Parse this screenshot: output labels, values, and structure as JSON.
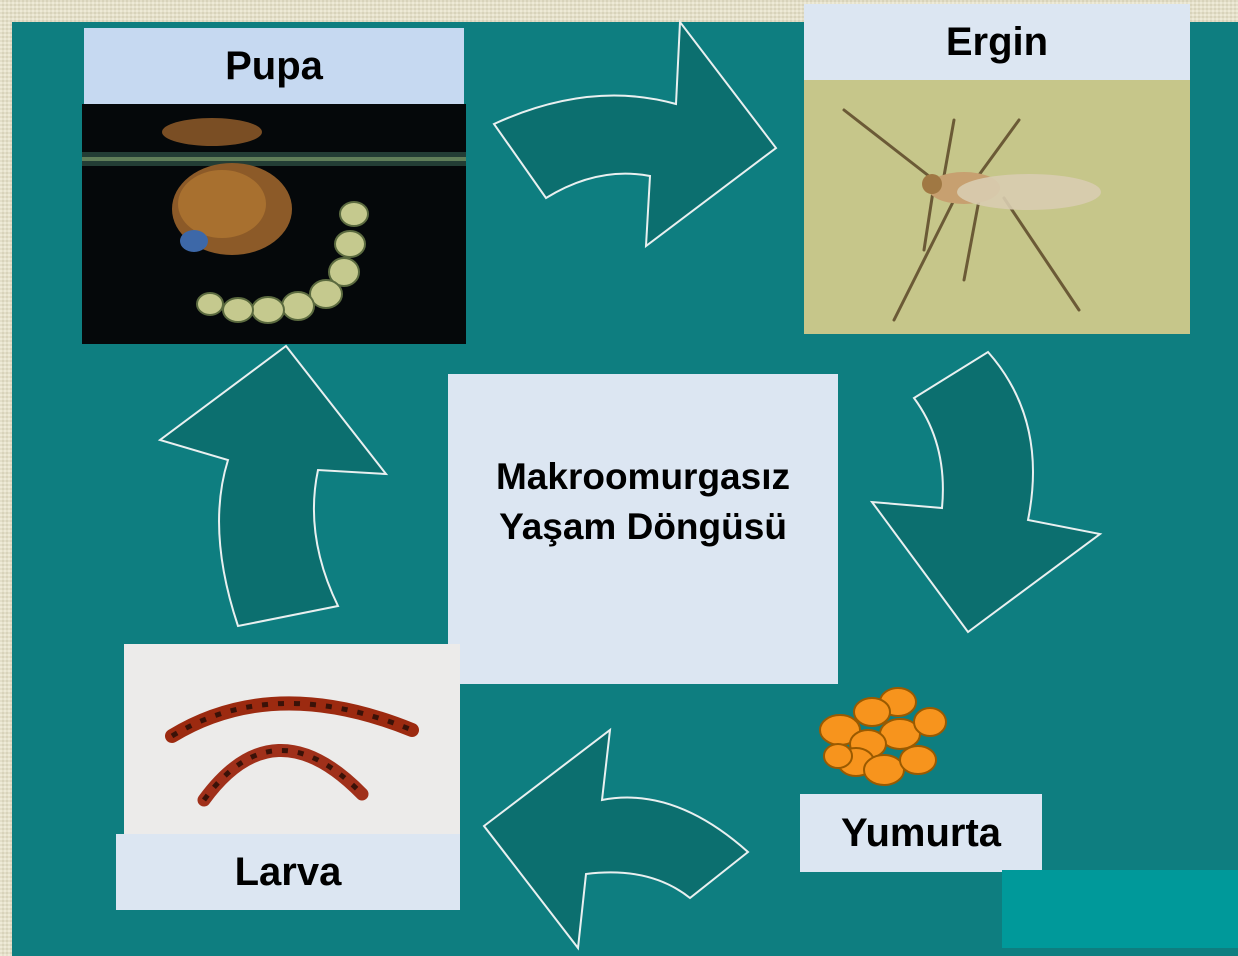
{
  "diagram": {
    "title_line1": "Makroomurgasız",
    "title_line2": "Yaşam Döngüsü",
    "stages": {
      "pupa": "Pupa",
      "ergin": "Ergin",
      "yumurta": "Yumurta",
      "larva": "Larva"
    }
  },
  "colors": {
    "background": "#0e7e80",
    "arrow_fill": "#0c6f6f",
    "label_box": "#dce6f2",
    "egg": "#f7941d"
  }
}
